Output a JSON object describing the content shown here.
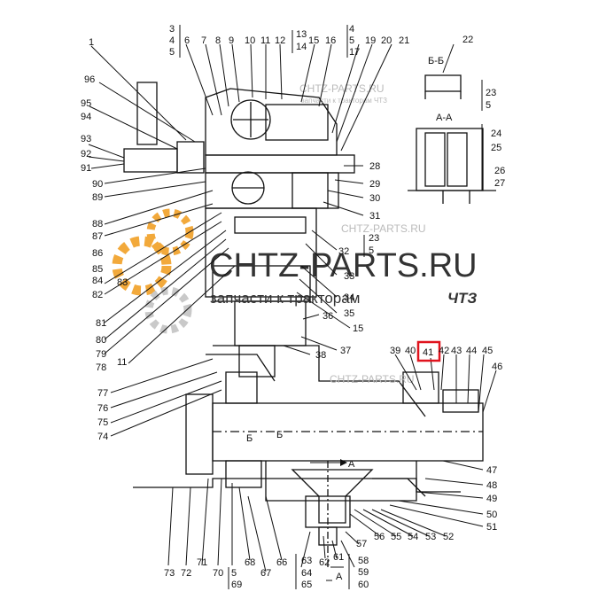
{
  "labels": {
    "l1": "1",
    "l3": "3",
    "l4": "4",
    "l5": "5",
    "l6": "6",
    "l7": "7",
    "l8": "8",
    "l9": "9",
    "l10": "10",
    "l11": "11",
    "l12": "12",
    "l13": "13",
    "l14": "14",
    "l15": "15",
    "l16": "16",
    "l4b": "4",
    "l5b": "5",
    "l17": "17",
    "l19": "19",
    "l20": "20",
    "l21": "21",
    "l22": "22",
    "l23": "23",
    "l5c": "5",
    "l24": "24",
    "l25": "25",
    "l26": "26",
    "l27": "27",
    "l28": "28",
    "l29": "29",
    "l30": "30",
    "l31": "31",
    "l23b": "23",
    "l5d": "5",
    "l32": "32",
    "l33": "33",
    "l34": "34",
    "l35": "35",
    "l15b": "15",
    "l36": "36",
    "l37": "37",
    "l38": "38",
    "l39": "39",
    "l40": "40",
    "l41": "41",
    "l42": "42",
    "l43": "43",
    "l44": "44",
    "l45": "45",
    "l46": "46",
    "l47": "47",
    "l48": "48",
    "l49": "49",
    "l50": "50",
    "l51": "51",
    "l52": "52",
    "l53": "53",
    "l54": "54",
    "l55": "55",
    "l56": "56",
    "l57": "57",
    "l58": "58",
    "l59": "59",
    "l60": "60",
    "l61": "61",
    "l62": "62",
    "l63": "63",
    "l64": "64",
    "l65": "65",
    "l66": "66",
    "l67": "67",
    "l68": "68",
    "l5e": "5",
    "l69": "69",
    "l70": "70",
    "l71": "71",
    "l72": "72",
    "l73": "73",
    "l74": "74",
    "l75": "75",
    "l76": "76",
    "l77": "77",
    "l78": "78",
    "l79": "79",
    "l80": "80",
    "l81": "81",
    "l82": "82",
    "l83": "83",
    "l84": "84",
    "l85": "85",
    "l86": "86",
    "l87": "87",
    "l88": "88",
    "l89": "89",
    "l90": "90",
    "l91": "91",
    "l92": "92",
    "l93": "93",
    "l94": "94",
    "l95": "95",
    "l96": "96"
  },
  "sections": {
    "bb_title": "Б-Б",
    "aa_title": "А-А",
    "a_arrow": "А",
    "a_bottom": "А",
    "b_left": "Б",
    "b_right": "Б"
  },
  "watermark": {
    "main": "CHTZ-PARTS.RU",
    "sub": "запчасти к тракторам",
    "brand": "ЧТЗ",
    "small_site": "CHTZ-PARTS.RU",
    "small_sub": "запчасти к тракторам ЧТЗ"
  },
  "highlight": {
    "label": "41",
    "color": "#e0141e"
  },
  "colors": {
    "ink": "#111111",
    "logo_orange": "#f2a93b",
    "logo_grey": "#c9c9c9"
  }
}
